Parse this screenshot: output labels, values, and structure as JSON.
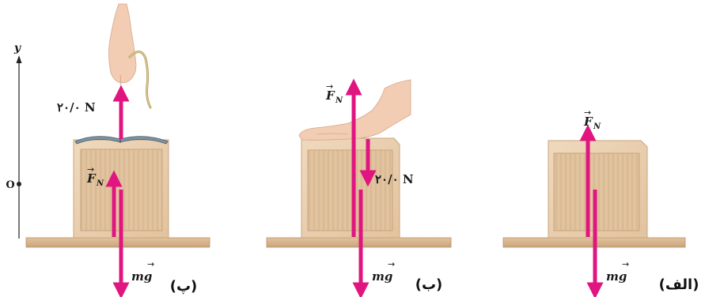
{
  "colors": {
    "arrow": "#e0157f",
    "crate_face": "#ead2b3",
    "crate_inner": "#dcbc94",
    "crate_edge": "#c9a47c",
    "table": "#d6b58e",
    "table_edge": "#b89167",
    "skin": "#f2cdb3",
    "axis": "#222222"
  },
  "icons": {
    "hand_pulling_string": "hand-pulling-string-icon",
    "hand_pressing": "hand-pressing-icon",
    "book": "book-icon"
  },
  "axis": {
    "y_label": "y",
    "origin_label": "O"
  },
  "panels": {
    "p": {
      "label": "(پ)",
      "pull_force": "۲۰/۰ N",
      "normal_force": "F",
      "normal_sub": "N",
      "weight": "mg"
    },
    "b": {
      "label": "(ب)",
      "push_force": "۲۰/۰ N",
      "normal_force": "F",
      "normal_sub": "N",
      "weight": "mg"
    },
    "alef": {
      "label": "(الف)",
      "normal_force": "F",
      "normal_sub": "N",
      "weight": "mg"
    }
  }
}
